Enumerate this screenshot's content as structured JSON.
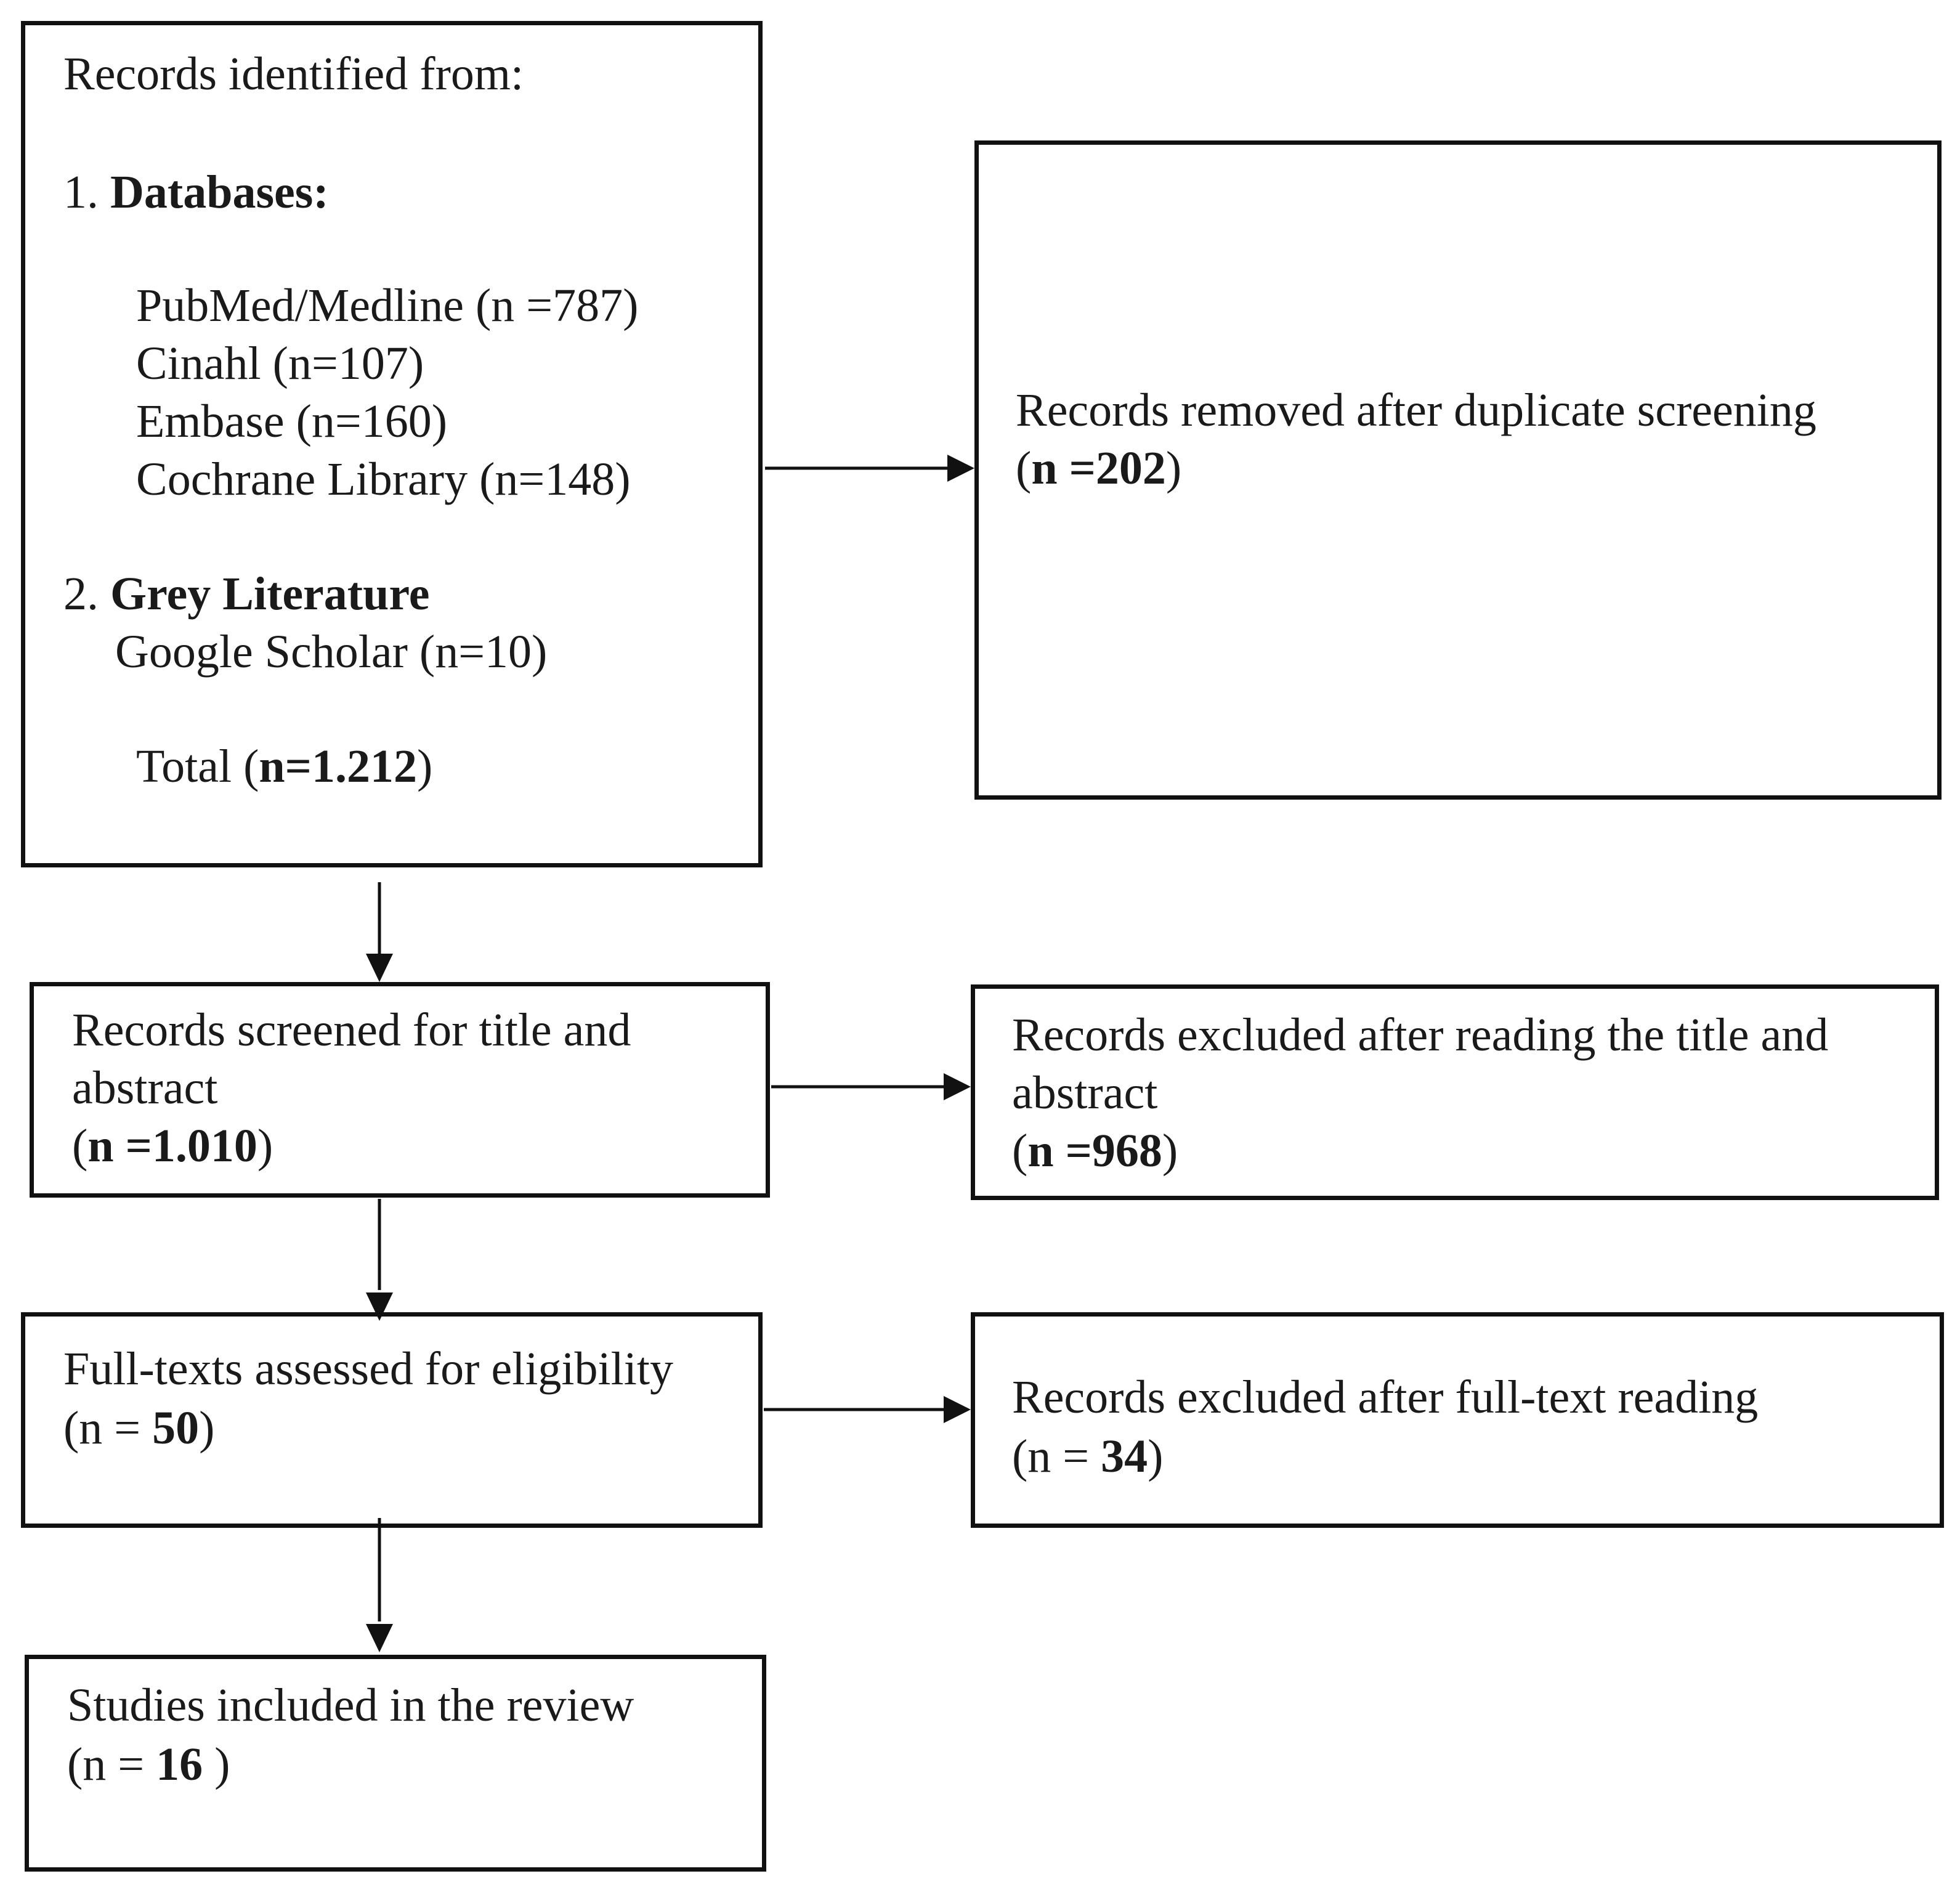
{
  "identification": {
    "heading": "Records identified from:",
    "databases_prefix": "1. ",
    "databases_label": "Databases:",
    "databases": [
      "PubMed/Medline (n =787)",
      "Cinahl (n=107)",
      "Embase (n=160)",
      "Cochrane Library (n=148)"
    ],
    "grey_prefix": "2. ",
    "grey_label": "Grey Literature",
    "grey_sources": [
      "Google Scholar (n=10)"
    ],
    "total_label": "Total (",
    "total_value": "n=1.212",
    "total_close": ")"
  },
  "removed": {
    "line1": "Records removed after duplicate screening",
    "open": "(",
    "value": "n =202",
    "close": ")"
  },
  "screened": {
    "line1": "Records screened for title and",
    "line2": "abstract",
    "open": "(",
    "value": "n =1.010",
    "close": ")"
  },
  "excluded_title": {
    "line1": "Records excluded after reading the title and",
    "line2": "abstract",
    "open": "(",
    "value": "n =968",
    "close": ")"
  },
  "fulltext": {
    "line1": "Full-texts assessed for eligibility",
    "open": "(n = ",
    "value": "50",
    "close": ")"
  },
  "excluded_fulltext": {
    "line1": "Records excluded after full-text reading",
    "open": "(n = ",
    "value": "34",
    "close": ")"
  },
  "included": {
    "line1": "Studies included in the review",
    "open": "(n = ",
    "value": "16",
    "close": " )"
  }
}
